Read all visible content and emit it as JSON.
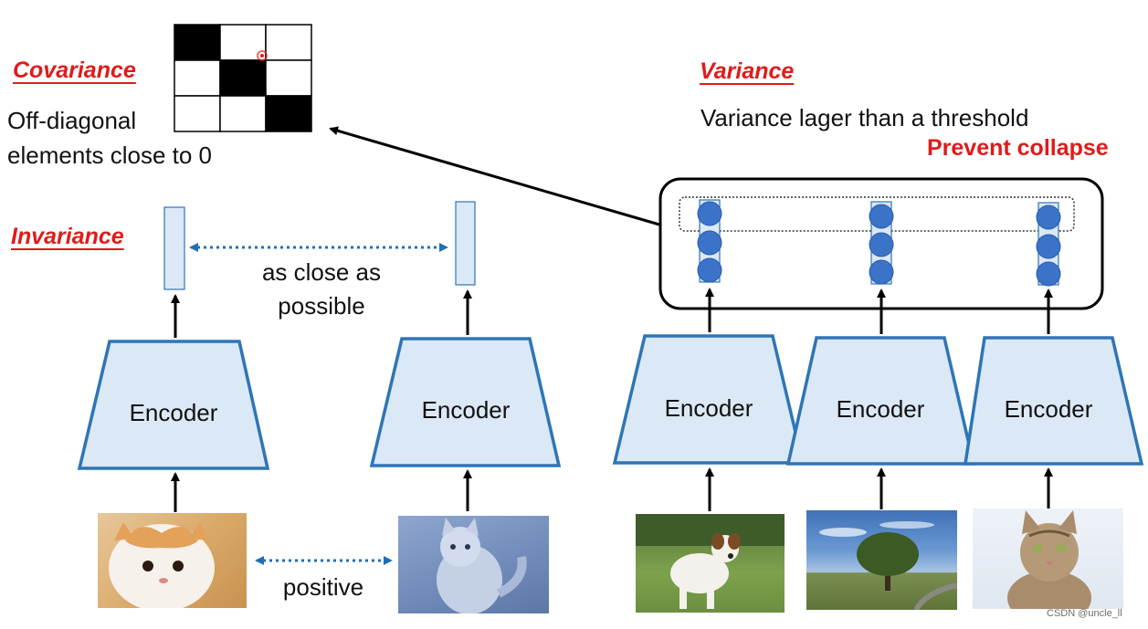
{
  "covariance": {
    "title": "Covariance",
    "desc_line1": "Off-diagonal",
    "desc_line2": "elements close to 0",
    "matrix": [
      [
        1,
        0,
        0
      ],
      [
        0,
        1,
        0
      ],
      [
        0,
        0,
        1
      ]
    ]
  },
  "invariance": {
    "title": "Invariance",
    "caption_line1": "as close as",
    "caption_line2": "possible",
    "bottom_caption": "positive"
  },
  "variance": {
    "title": "Variance",
    "desc": "Variance lager than a threshold",
    "highlight": "Prevent collapse"
  },
  "encoders": {
    "label": "Encoder"
  },
  "images": {
    "cat_orange": "orange-white cat photo",
    "cat_blue": "cat photo with blue tint",
    "dog": "dog on grass photo",
    "tree": "tree in field photo",
    "tabby": "tabby cat photo"
  },
  "watermark": "CSDN @uncle_ll",
  "colors": {
    "accent_red": "#e01b1b",
    "encoder_fill": "#dbe8f5",
    "encoder_stroke": "#2e75b6",
    "node_fill": "#3b73c8",
    "dotted_arrow": "#1f6fb5"
  }
}
